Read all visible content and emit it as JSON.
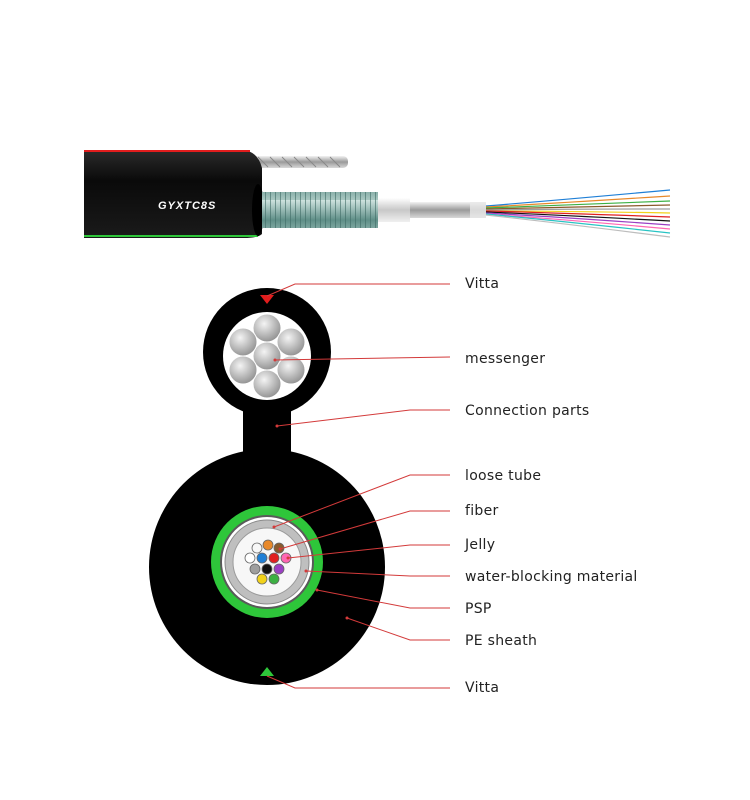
{
  "product_name": "GYXTC8S",
  "labels": {
    "vitta_top": "Vitta",
    "messenger": "messenger",
    "connection_parts": "Connection parts",
    "loose_tube": "loose tube",
    "fiber": "fiber",
    "jelly": "Jelly",
    "water_blocking": "water-blocking material",
    "psp": "PSP",
    "pe_sheath": "PE sheath",
    "vitta_bottom": "Vitta"
  },
  "colors": {
    "sheath": "#0a0a0a",
    "psp_green": "#2ec63a",
    "leader_red": "#d33a3a",
    "vitta_top": "#e11d1d",
    "vitta_bottom": "#2ec63a",
    "messenger_steel": "#b8b8b8",
    "armor_teal": "#6f9c96"
  },
  "fiber_colors": [
    "#1f7fd6",
    "#e8892b",
    "#3cb043",
    "#8a5a2b",
    "#9e9e9e",
    "#ffffff",
    "#e02020",
    "#111111",
    "#f2d21b",
    "#9b3fc4",
    "#ff66b3",
    "#28c4c4"
  ]
}
